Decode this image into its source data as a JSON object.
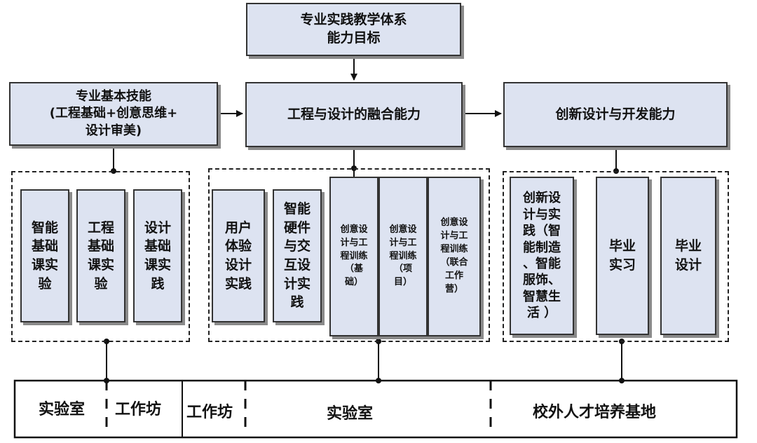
{
  "top": {
    "goal": "专业实践教学体系\n能力目标"
  },
  "abilities": {
    "basic": "专业基本技能\n(工程基础+创意思维+\n设计审美)",
    "fusion": "工程与设计的融合能力",
    "innovation": "创新设计与开发能力"
  },
  "group1": {
    "items": [
      "智能\n基础\n课实\n验",
      "工程\n基础\n课实\n验",
      "设计\n基础\n课实\n践"
    ]
  },
  "group2": {
    "items": [
      "用户\n体验\n设计\n实践",
      "智能\n硬件\n与交\n互设\n计实\n践"
    ],
    "training": [
      "创意设\n计与工\n程训练\n（基\n础）",
      "创意设\n计与工\n程训练\n（项\n目）",
      "创意设\n计与工\n程训练\n（联合\n工作\n营）"
    ]
  },
  "group3": {
    "items": [
      "创新设\n计与实\n践（智\n能制造\n、智能\n服饰、\n智慧生\n活 ）",
      "毕业\n实习",
      "毕业\n设计"
    ]
  },
  "bases": {
    "lab1": "实验室",
    "workshop1": "工作坊",
    "workshop2": "工作坊",
    "lab2": "实验室",
    "external": "校外人才培养基地"
  }
}
